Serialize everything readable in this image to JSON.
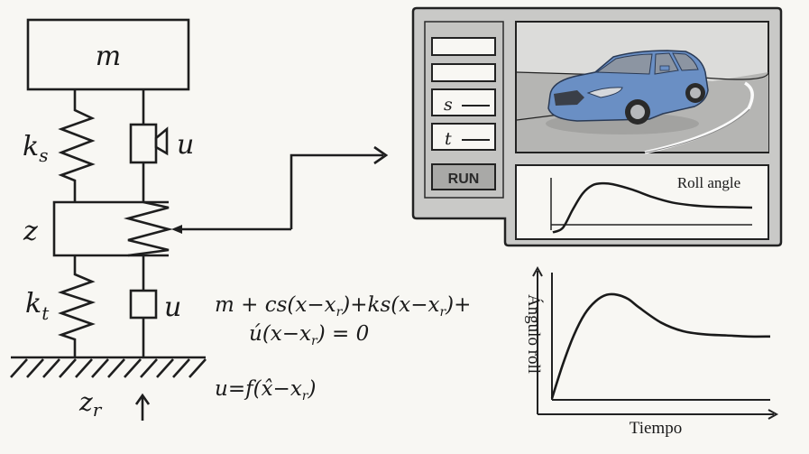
{
  "suspension_model": {
    "mass_label": "m",
    "spring_sprung_label": "k",
    "spring_sprung_sub": "s",
    "actuator_upper_label": "u",
    "unsprung_label": "z",
    "spring_tire_label": "k",
    "spring_tire_sub": "t",
    "actuator_lower_label": "u",
    "road_label": "z",
    "road_sub": "r",
    "road_arrow": "↑"
  },
  "equations": {
    "line1": "m + cs(x−x",
    "line1_sub1": "r",
    "line1_mid": ")+ks(x−x",
    "line1_sub2": "r",
    "line1_end": ")+",
    "line2": "ú(x−x",
    "line2_sub": "r",
    "line2_end": ") = 0",
    "control": "u=f(x̂−x",
    "control_sub": "r",
    "control_end": ")"
  },
  "simulator_panel": {
    "inputs": [
      {
        "label": "",
        "value": ""
      },
      {
        "label": "",
        "value": ""
      },
      {
        "label": "s",
        "value": ""
      },
      {
        "label": "t",
        "value": ""
      }
    ],
    "run_button": "RUN",
    "viewport_scene": "blue-sedan-on-curved-road",
    "mini_plot_title": "Roll angle",
    "colors": {
      "panel": "#c9c9c7",
      "car": "#6a8fc4",
      "road": "#b4b4b2",
      "sky": "#dcdcda"
    }
  },
  "chart_data": [
    {
      "type": "line",
      "title": "Roll angle",
      "xlabel": "",
      "ylabel": "",
      "x": [
        0,
        0.05,
        0.1,
        0.15,
        0.2,
        0.25,
        0.3,
        0.4,
        0.5,
        0.6,
        0.7,
        0.8,
        0.9,
        1.0
      ],
      "series": [
        {
          "name": "roll",
          "values": [
            -0.15,
            -0.05,
            0.35,
            0.7,
            0.88,
            0.92,
            0.9,
            0.78,
            0.62,
            0.5,
            0.44,
            0.41,
            0.4,
            0.39
          ]
        }
      ],
      "xlim": [
        0,
        1
      ],
      "ylim": [
        -0.2,
        1.1
      ],
      "grid": false
    },
    {
      "type": "line",
      "title": "",
      "xlabel": "Tiempo",
      "ylabel": "Ángulo roll",
      "x": [
        0,
        0.05,
        0.1,
        0.15,
        0.2,
        0.25,
        0.3,
        0.35,
        0.4,
        0.5,
        0.6,
        0.7,
        0.8,
        0.9,
        1.0
      ],
      "series": [
        {
          "name": "roll",
          "values": [
            0.03,
            0.35,
            0.62,
            0.82,
            0.94,
            1.0,
            1.0,
            0.96,
            0.88,
            0.74,
            0.66,
            0.63,
            0.62,
            0.61,
            0.61
          ]
        }
      ],
      "xlim": [
        0,
        1
      ],
      "ylim": [
        0,
        1.2
      ],
      "grid": false
    }
  ]
}
